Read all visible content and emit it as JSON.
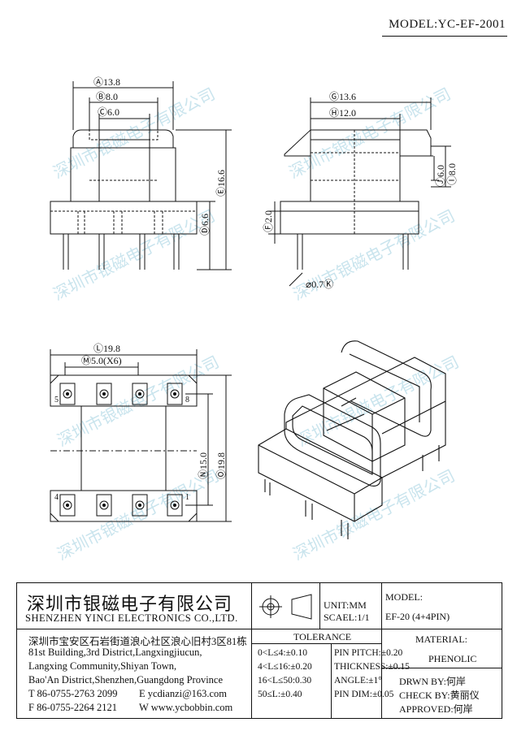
{
  "header": {
    "model_code": "MODEL:YC-EF-2001"
  },
  "views": {
    "front": {
      "dim_a": "Ⓐ13.8",
      "dim_b": "Ⓑ8.0",
      "dim_c": "Ⓒ6.0",
      "dim_e": "Ⓔ16.6",
      "dim_d": "Ⓓ6.6"
    },
    "side": {
      "dim_g": "Ⓖ13.6",
      "dim_h": "Ⓗ12.0",
      "dim_i": "Ⓘ8.0",
      "dim_j": "Ⓙ6.0",
      "dim_f": "Ⓕ2.0",
      "dim_k": "⌀0.7Ⓚ"
    },
    "bottom": {
      "dim_l": "Ⓛ19.8",
      "dim_m": "Ⓜ5.0(X6)",
      "dim_n": "Ⓝ15.0",
      "dim_o": "Ⓞ19.8",
      "pin_5": "5",
      "pin_8": "8",
      "pin_4": "4",
      "pin_1": "1"
    }
  },
  "watermark": {
    "text": "深圳市银磁电子有限公司"
  },
  "title_block": {
    "company_cn": "深圳市银磁电子有限公司",
    "company_en": "SHENZHEN YINCI ELECTRONICS CO.,LTD.",
    "address_cn": "深圳市宝安区石岩街道浪心社区浪心旧村3区81栋",
    "address_en_1": "81st Building,3rd District,Langxingjiucun,",
    "address_en_2": "Langxing Community,Shiyan Town,",
    "address_en_3": "Bao'An District,Shenzhen,Guangdong Province",
    "tel": "T 86-0755-2763 2099",
    "email": "E ycdianzi@163.com",
    "fax": "F 86-0755-2264 2121",
    "web": "W www.ycbobbin.com",
    "unit": "UNIT:MM",
    "scale": "SCAEL:1/1",
    "model_label": "MODEL:",
    "model_value": "EF-20 (4+4PIN)",
    "tolerance_label": "TOLERANCE",
    "tolerances": [
      "0<L≤4:±0.10",
      "4<L≤16:±0.20",
      "16<L≤50:0.30",
      "50≤L:±0.40"
    ],
    "tolerances_right": [
      "PIN PITCH:±0.20",
      "THICKNESS:±0.15",
      "ANGLE:±1°",
      "PIN DIM:±0.05"
    ],
    "material_label": "MATERIAL:",
    "material_value": "PHENOLIC",
    "drawn_by": "DRWN BY:何岸",
    "check_by": "CHECK BY:黄丽仪",
    "approved": "APPROVED:何岸"
  }
}
